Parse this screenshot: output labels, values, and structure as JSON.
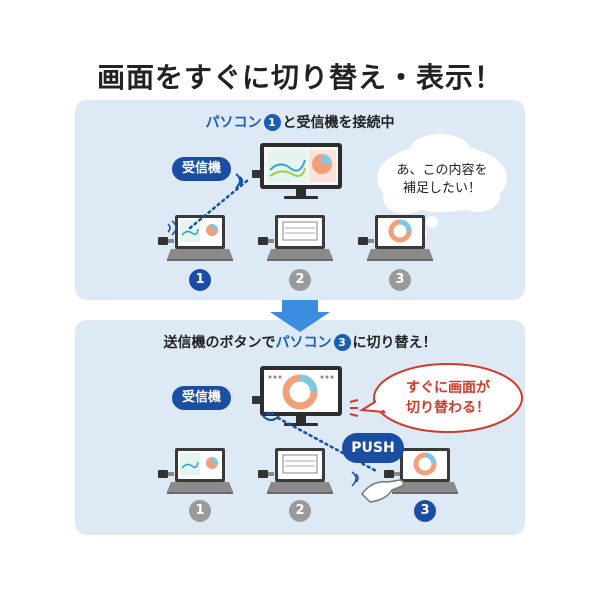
{
  "title": "画面をすぐに切り替え・表示！",
  "panel1": {
    "heading_pre": "パソコン",
    "heading_num": "1",
    "heading_post": "と受信機を接続中",
    "receiver_label": "受信機",
    "bubble_line1": "あ、この内容を",
    "bubble_line2": "補足したい！",
    "laptop_numbers": [
      "1",
      "2",
      "3"
    ]
  },
  "panel2": {
    "heading_pre": "送信機のボタンで",
    "heading_mid": "パソコン",
    "heading_num": "3",
    "heading_post": "に切り替え！",
    "receiver_label": "受信機",
    "bubble_line1": "すぐに画面が",
    "bubble_line2": "切り替わる！",
    "push_label": "PUSH",
    "laptop_numbers": [
      "1",
      "2",
      "3"
    ]
  },
  "colors": {
    "panel_bg": "#dde9f5",
    "accent_blue": "#1b5fb4",
    "dark_blue": "#1b4ea3",
    "red": "#d23a2a",
    "gray": "#9a9a9a"
  }
}
